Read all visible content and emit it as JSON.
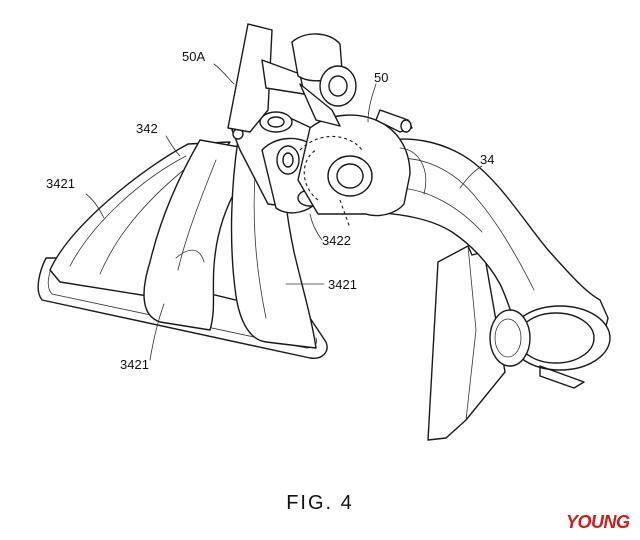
{
  "labels": {
    "label_50A": "50A",
    "label_50": "50",
    "label_342": "342",
    "label_34": "34",
    "label_3421_left": "3421",
    "label_3422": "3422",
    "label_3421_right": "3421",
    "label_3421_bottom": "3421"
  },
  "caption": "FIG. 4",
  "watermark": "YOUNG"
}
